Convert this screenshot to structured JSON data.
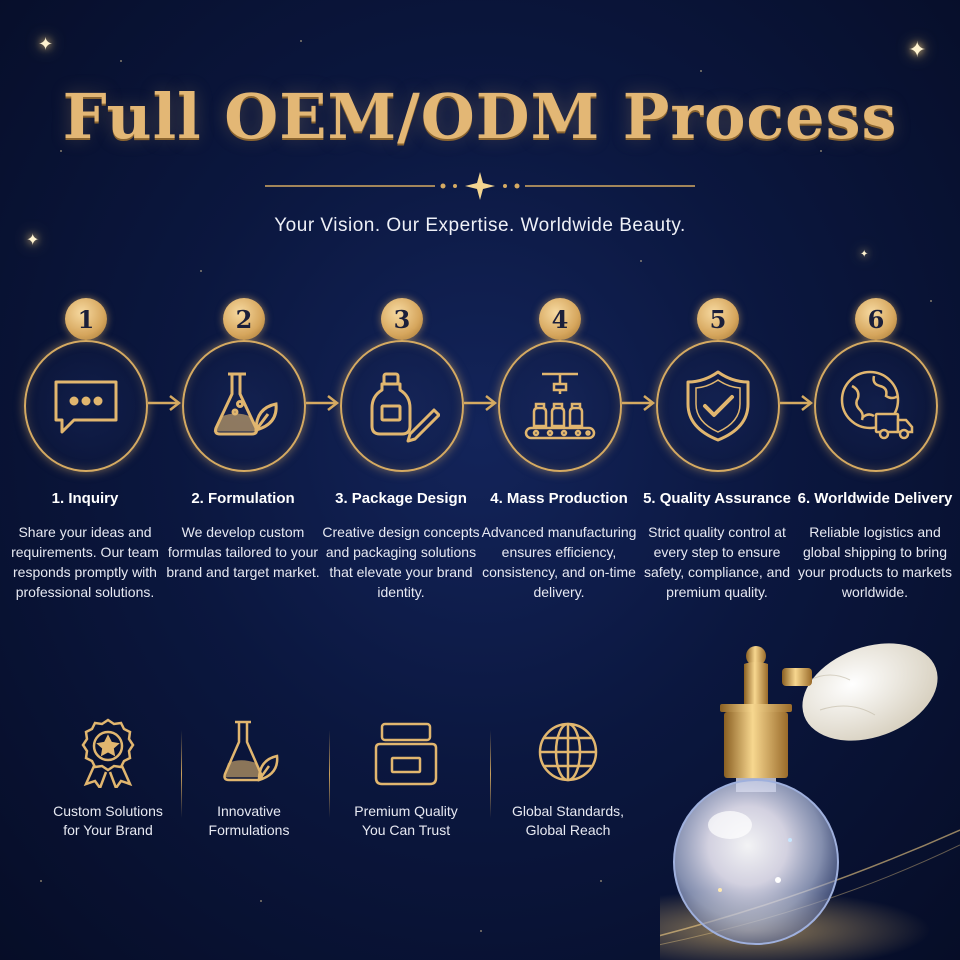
{
  "header": {
    "title": "Full OEM/ODM Process",
    "subtitle": "Your Vision. Our Expertise. Worldwide Beauty."
  },
  "colors": {
    "gold": "#d5aa62",
    "navy": "#0b173f",
    "badge_text": "#1b1f3a"
  },
  "steps": [
    {
      "number": "1",
      "title": "1. Inquiry",
      "icon": "chat-bubble-icon",
      "description": "Share your ideas and requirements. Our team responds promptly with professional solutions."
    },
    {
      "number": "2",
      "title": "2. Formulation",
      "icon": "flask-leaf-icon",
      "description": "We develop custom formulas tailored to your brand and target market."
    },
    {
      "number": "3",
      "title": "3. Package Design",
      "icon": "bottle-pencil-icon",
      "description": "Creative design concepts and packaging solutions that elevate your brand identity."
    },
    {
      "number": "4",
      "title": "4. Mass Production",
      "icon": "production-line-icon",
      "description": "Advanced manufacturing ensures efficiency, consistency, and on-time delivery."
    },
    {
      "number": "5",
      "title": "5. Quality Assurance",
      "icon": "shield-check-icon",
      "description": "Strict quality control at every step to ensure safety, compliance, and premium quality."
    },
    {
      "number": "6",
      "title": "6. Worldwide Delivery",
      "icon": "globe-truck-icon",
      "description": "Reliable logistics and global shipping to bring your products to markets worldwide."
    }
  ],
  "features": [
    {
      "label": "Custom Solutions\nfor Your Brand",
      "icon": "award-ribbon-icon"
    },
    {
      "label": "Innovative\nFormulations",
      "icon": "flask-leaf-icon"
    },
    {
      "label": "Premium Quality\nYou Can Trust",
      "icon": "cosmetic-jar-icon"
    },
    {
      "label": "Global Standards,\nGlobal Reach",
      "icon": "globe-grid-icon"
    }
  ]
}
